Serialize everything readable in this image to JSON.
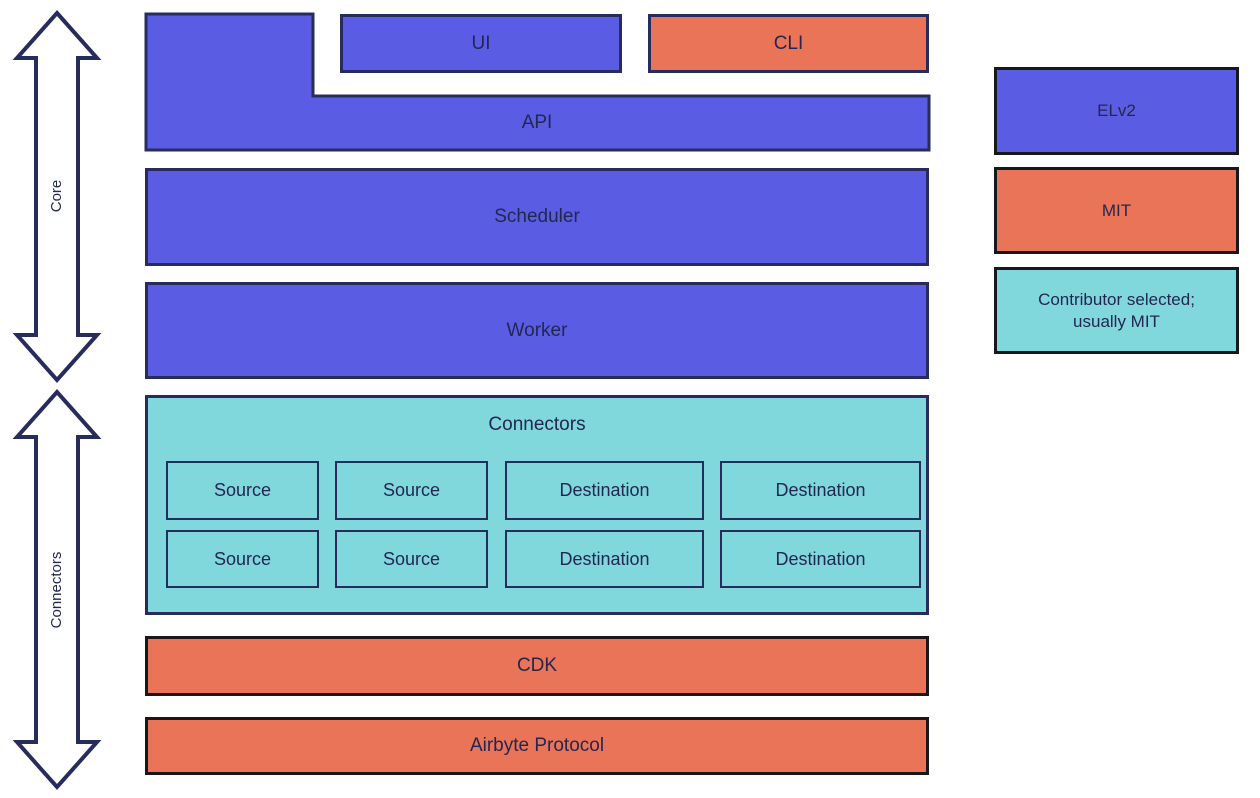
{
  "palette": {
    "purple": "#5A5CE4",
    "orange": "#E97458",
    "teal": "#80D7DC",
    "navy_border": "#282C5C",
    "black_border": "#17181D",
    "text": "#232750",
    "background": "#FFFFFF"
  },
  "arrows": {
    "core_label": "Core",
    "connectors_label": "Connectors"
  },
  "stack": {
    "ui": "UI",
    "cli": "CLI",
    "api": "API",
    "scheduler": "Scheduler",
    "worker": "Worker",
    "connectors": {
      "title": "Connectors",
      "rows": [
        [
          "Source",
          "Source",
          "Destination",
          "Destination"
        ],
        [
          "Source",
          "Source",
          "Destination",
          "Destination"
        ]
      ]
    },
    "cdk": "CDK",
    "protocol": "Airbyte Protocol"
  },
  "legend": {
    "items": [
      {
        "label": "ELv2",
        "color": "purple"
      },
      {
        "label": "MIT",
        "color": "orange"
      },
      {
        "label": "Contributor selected; usually MIT",
        "color": "teal"
      }
    ]
  }
}
